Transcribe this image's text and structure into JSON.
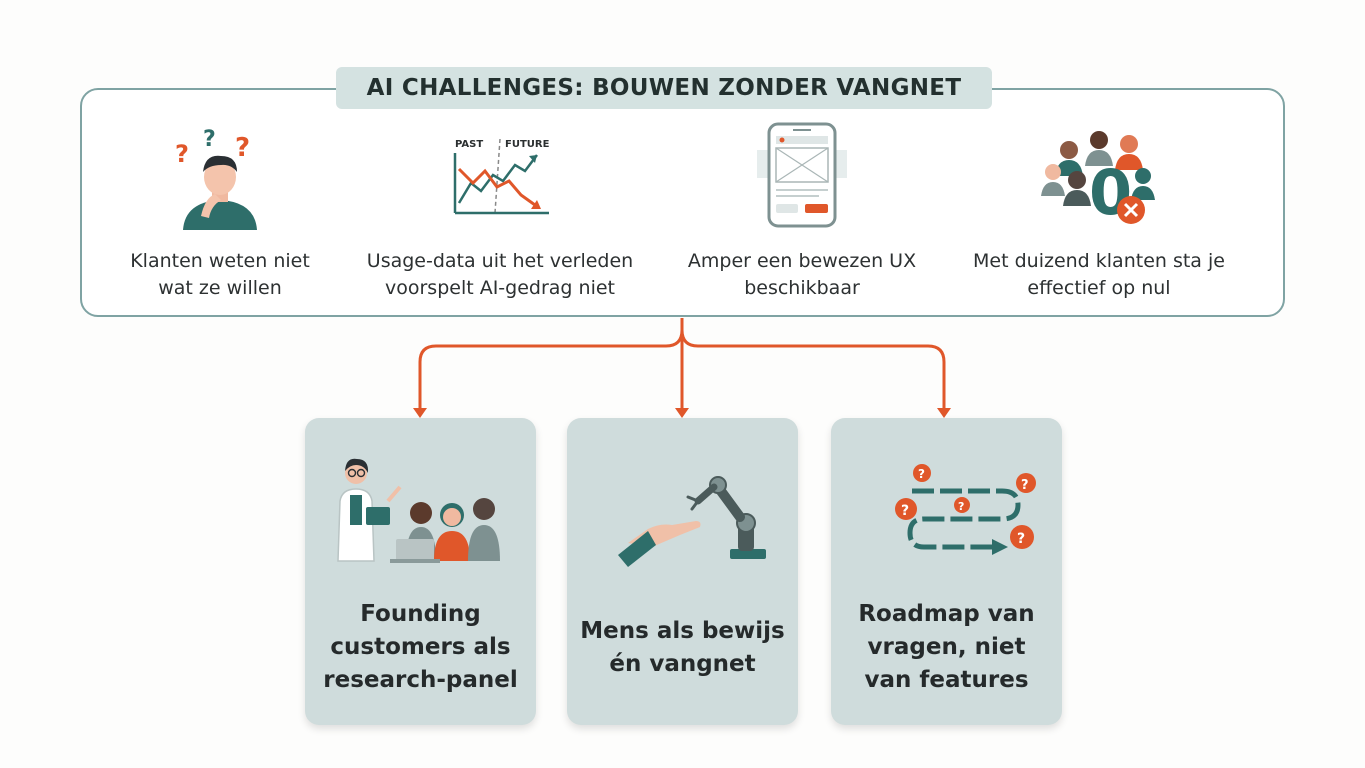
{
  "title": "AI CHALLENGES: BOUWEN ZONDER VANGNET",
  "challenges": [
    {
      "icon": "confused-person-icon",
      "line1": "Klanten weten niet",
      "line2": "wat ze willen"
    },
    {
      "icon": "past-future-chart-icon",
      "chart_past": "PAST",
      "chart_future": "FUTURE",
      "line1": "Usage-data uit het verleden",
      "line2": "voorspelt AI-gedrag niet"
    },
    {
      "icon": "phone-wireframe-icon",
      "line1": "Amper een bewezen UX",
      "line2": "beschikbaar"
    },
    {
      "icon": "zero-customers-icon",
      "zero": "0",
      "line1": "Met duizend klanten sta je",
      "line2": "effectief op nul"
    }
  ],
  "solutions": [
    {
      "icon": "research-panel-icon",
      "line1": "Founding",
      "line2": "customers als",
      "line3": "research-panel"
    },
    {
      "icon": "human-robot-hand-icon",
      "line1": "Mens als bewijs",
      "line2": "én vangnet"
    },
    {
      "icon": "question-roadmap-icon",
      "line1": "Roadmap van",
      "line2": "vragen, niet",
      "line3": "van features"
    }
  ],
  "colors": {
    "teal": "#2e6e6a",
    "orange": "#e0572a",
    "frame": "#7fa3a3",
    "card": "#cfdcdc",
    "banner": "#d4e2e1"
  }
}
